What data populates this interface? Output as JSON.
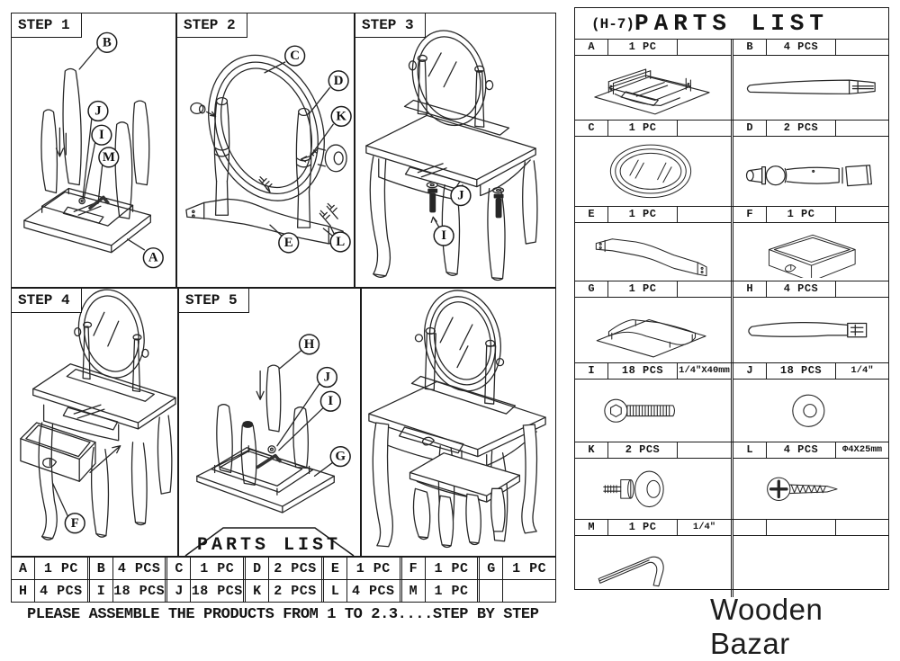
{
  "brand": "Wooden Bazar",
  "sheet": {
    "banner": "PARTS LIST",
    "footer": "PLEASE ASSEMBLE THE PRODUCTS FROM 1 TO 2.3....STEP BY STEP",
    "steps": [
      {
        "label": "STEP 1",
        "callouts": [
          "B",
          "J",
          "I",
          "M",
          "A"
        ]
      },
      {
        "label": "STEP 2",
        "callouts": [
          "C",
          "D",
          "K",
          "E",
          "L"
        ]
      },
      {
        "label": "STEP 3",
        "callouts": [
          "J",
          "I"
        ]
      },
      {
        "label": "STEP 4",
        "callouts": [
          "F"
        ]
      },
      {
        "label": "STEP 5",
        "callouts": [
          "H",
          "J",
          "I",
          "G"
        ]
      }
    ],
    "summary": {
      "rows": [
        [
          {
            "l": "A",
            "q": "1 PC"
          },
          {
            "l": "B",
            "q": "4 PCS"
          },
          {
            "l": "C",
            "q": "1 PC"
          },
          {
            "l": "D",
            "q": "2 PCS"
          },
          {
            "l": "E",
            "q": "1 PC"
          },
          {
            "l": "F",
            "q": "1 PC"
          },
          {
            "l": "G",
            "q": "1 PC"
          }
        ],
        [
          {
            "l": "H",
            "q": "4 PCS"
          },
          {
            "l": "I",
            "q": "18 PCS"
          },
          {
            "l": "J",
            "q": "18 PCS"
          },
          {
            "l": "K",
            "q": "2 PCS"
          },
          {
            "l": "L",
            "q": "4 PCS"
          },
          {
            "l": "M",
            "q": "1 PC"
          },
          {
            "l": "",
            "q": ""
          }
        ]
      ]
    }
  },
  "parts": {
    "code": "(H-7)",
    "title": "PARTS LIST",
    "rows": [
      [
        {
          "letter": "A",
          "qty": "1 PC",
          "spec": "",
          "icon": "table-apron-assembly"
        },
        {
          "letter": "B",
          "qty": "4 PCS",
          "spec": "",
          "icon": "table-leg"
        }
      ],
      [
        {
          "letter": "C",
          "qty": "1 PC",
          "spec": "",
          "icon": "oval-mirror"
        },
        {
          "letter": "D",
          "qty": "2 PCS",
          "spec": "",
          "icon": "mirror-support-post"
        }
      ],
      [
        {
          "letter": "E",
          "qty": "1 PC",
          "spec": "",
          "icon": "mirror-base-rail"
        },
        {
          "letter": "F",
          "qty": "1 PC",
          "spec": "",
          "icon": "drawer"
        }
      ],
      [
        {
          "letter": "G",
          "qty": "1 PC",
          "spec": "",
          "icon": "stool-seat-frame"
        },
        {
          "letter": "H",
          "qty": "4 PCS",
          "spec": "",
          "icon": "stool-leg"
        }
      ],
      [
        {
          "letter": "I",
          "qty": "18 PCS",
          "spec": "1/4\"X40mm",
          "icon": "hex-bolt"
        },
        {
          "letter": "J",
          "qty": "18 PCS",
          "spec": "1/4\"",
          "icon": "washer"
        }
      ],
      [
        {
          "letter": "K",
          "qty": "2 PCS",
          "spec": "",
          "icon": "mirror-knob"
        },
        {
          "letter": "L",
          "qty": "4 PCS",
          "spec": "Φ4X25mm",
          "icon": "wood-screw"
        }
      ],
      [
        {
          "letter": "M",
          "qty": "1 PC",
          "spec": "1/4\"",
          "icon": "allen-key"
        },
        {
          "letter": "",
          "qty": "",
          "spec": "",
          "icon": ""
        }
      ]
    ]
  }
}
